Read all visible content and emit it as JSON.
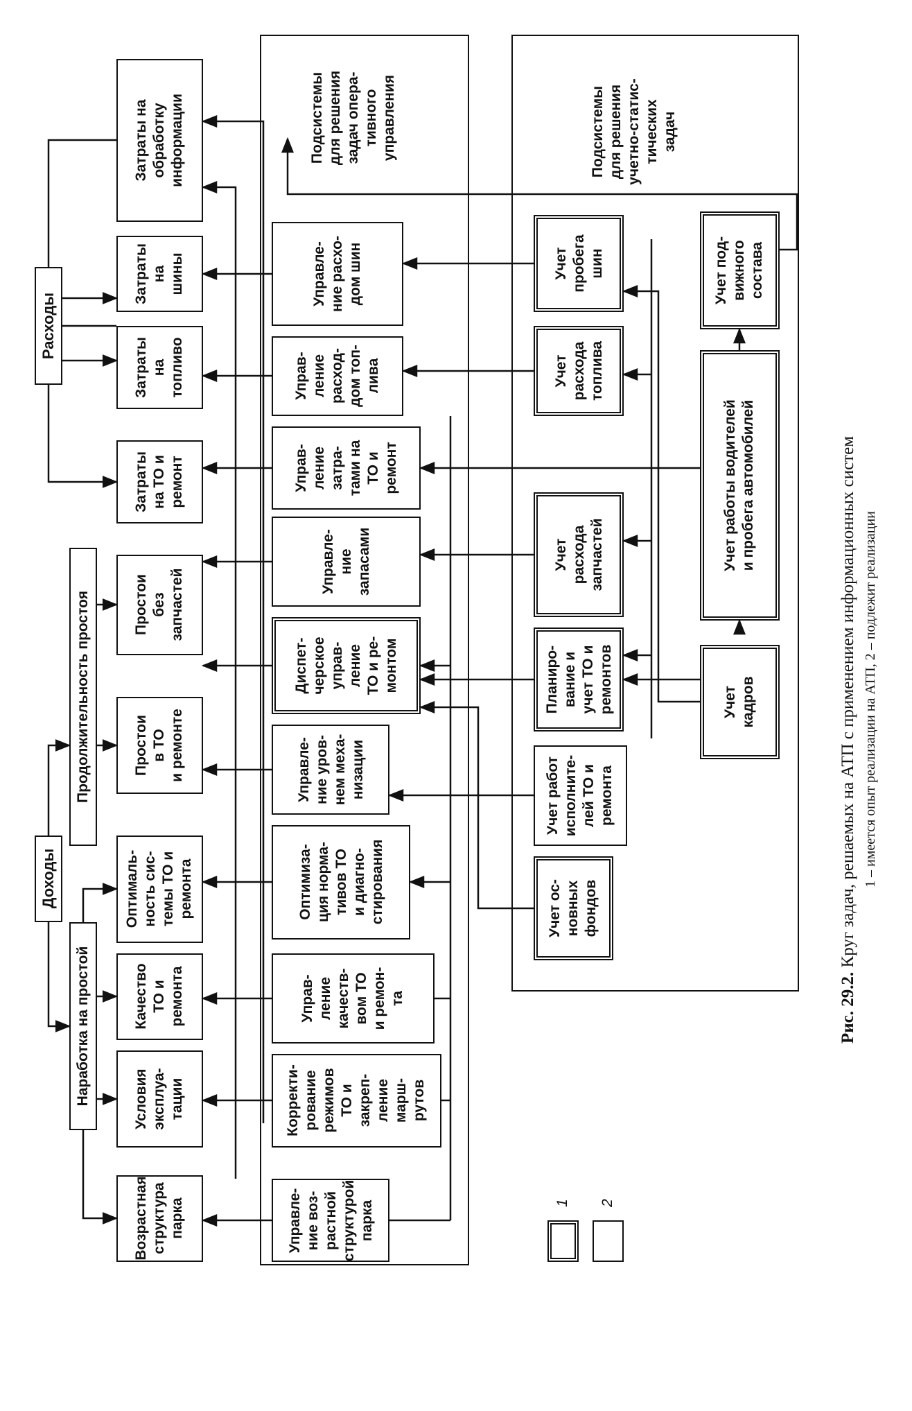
{
  "caption": {
    "label": "Рис. 29.2.",
    "title": "Круг задач, решаемых на АТП с применением информационных систем",
    "note": "1 – имеется опыт реализации на АТП, 2 – подлежит реализации"
  },
  "legend": {
    "item1": "1",
    "item2": "2"
  },
  "top": {
    "incomes": "Доходы",
    "expenses": "Расходы",
    "mtbf": "Наработка на простой",
    "downtime": "Продолжительность простоя"
  },
  "factors": [
    "Возрастная\nструктура\nпарка",
    "Условия\nэксплуа-\nтации",
    "Качество\nТО и\nремонта",
    "Оптималь-\nность сис-\nтемы ТО и\nремонта",
    "Простои\nв ТО\nи ремонте",
    "Простои\nбез\nзапчастей",
    "Затраты\nна ТО и\nремонт",
    "Затраты\nна\nтопливо",
    "Затраты\nна\nшины",
    "Затраты на\nобработку\nинформации"
  ],
  "operational": {
    "title": "Подсистемы\nдля решения\nзадач опера-\nтивного\nуправления",
    "items": [
      "Управле-\nние воз-\nрастной\nструктурой\nпарка",
      "Корректи-\nрование\nрежимов\nТО и\nзакреп-\nление\nмарш-\nрутов",
      "Управ-\nление\nкачеств-\nвом ТО\nи ремон-\nта",
      "Оптимиза-\nция норма-\nтивов ТО\nи диагно-\nстирования",
      "Управле-\nние уров-\nнем меха-\nнизации",
      "Диспет-\nчерское\nуправ-\nление\nТО и ре-\nмонтом",
      "Управле-\nние\nзапасами",
      "Управ-\nление\nзатра-\nтами на\nТО и\nремонт",
      "Управ-\nление\nрасход-\nдом топ-\nлива",
      "Управле-\nние расхо-\nдом шин"
    ]
  },
  "accounting": {
    "title": "Подсистемы\nдля решения\nучетно-статис-\nтических\nзадач",
    "items": [
      "Учет ос-\nновных\nфондов",
      "Учет работ\nисполните-\nлей ТО и\nремонта",
      "Планиро-\nвание и\nучет ТО и\nремонтов",
      "Учет\nрасхода\nзапчастей",
      "Учет\nрасхода\nтоплива",
      "Учет\nпробега\nшин",
      "Учет\nкадров",
      "Учет работы водителей\nи пробега  автомобилей",
      "Учет под-\nвижного\nсостава"
    ]
  }
}
